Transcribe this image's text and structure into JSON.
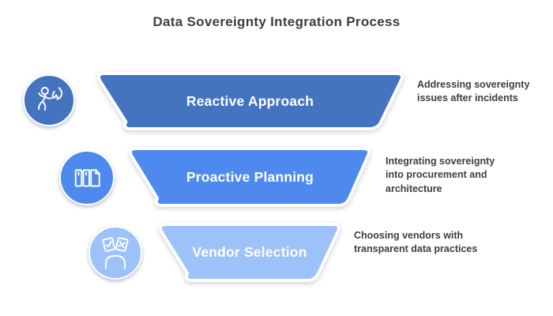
{
  "title": "Data Sovereignty Integration Process",
  "colors": {
    "background": "#ffffff",
    "title_text": "#3e3e3e",
    "description_text": "#3e3e3e",
    "bar_label_text": "#ffffff"
  },
  "funnel": {
    "type": "funnel-diagram",
    "stages": [
      {
        "label": "Reactive Approach",
        "description": "Addressing sovereignty issues after incidents",
        "color": "#4473c0",
        "icon": "running-person-fire-icon"
      },
      {
        "label": "Proactive Planning",
        "description": "Integrating sovereignty into procurement and architecture",
        "color": "#4e8aee",
        "icon": "books-documents-icon"
      },
      {
        "label": "Vendor Selection",
        "description": "Choosing vendors with transparent data practices",
        "color": "#9dc1f9",
        "icon": "decision-cards-icon"
      }
    ]
  }
}
